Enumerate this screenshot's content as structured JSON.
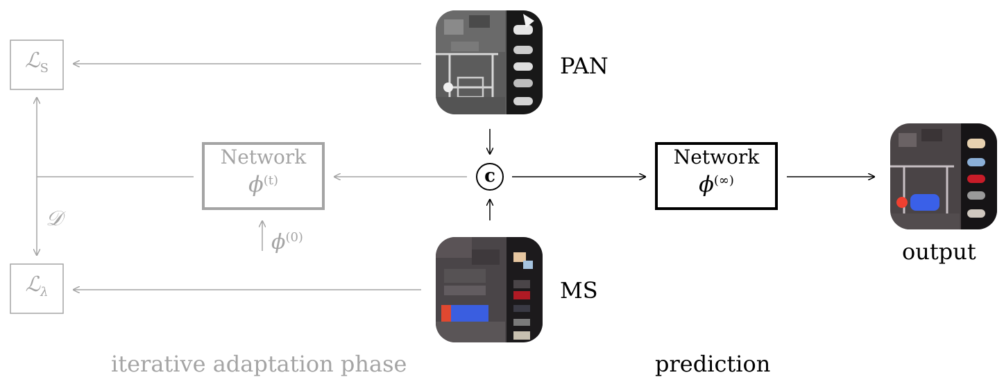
{
  "loss_s": {
    "symbol": "ℒ",
    "subscript": "S"
  },
  "loss_lambda": {
    "symbol": "ℒ",
    "subscript": "λ"
  },
  "d_label": "𝒟",
  "adapt_network": {
    "label": "Network",
    "phi": "ϕ",
    "superscript": "(t)"
  },
  "init_phi": {
    "phi": "ϕ",
    "superscript": "(0)"
  },
  "concat_symbol": "c",
  "pred_network": {
    "label": "Network",
    "phi": "ϕ",
    "superscript": "(∞)"
  },
  "pan_label": "PAN",
  "ms_label": "MS",
  "output_label": "output",
  "phase_adapt_label": "iterative adaptation phase",
  "phase_pred_label": "prediction",
  "colors": {
    "gray": "#a4a4a4",
    "black": "#000000"
  }
}
